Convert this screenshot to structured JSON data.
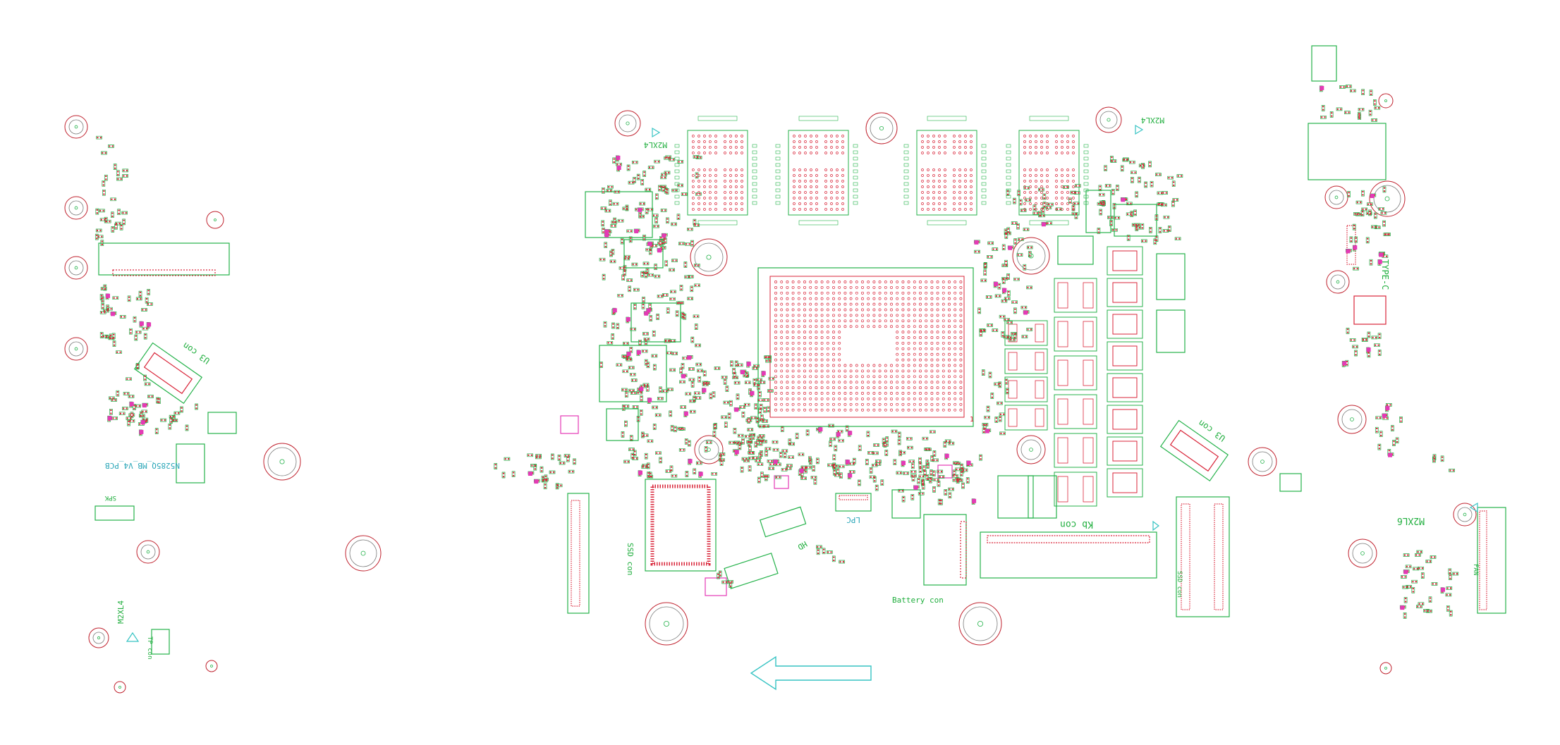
{
  "colors": {
    "outline": "#36c3c3",
    "silk": "#24b24a",
    "pad": "#d9263a",
    "pink": "#e43ab6",
    "hole": "#c0232f",
    "text_red": "#e01530",
    "text_green": "#1fae3d",
    "text_cyan": "#2aa6b8"
  },
  "labels": {
    "board_id": "N5285Q_MB_V4_PCB",
    "mount_tl": "M2XL4",
    "mount_tr": "M2XL4",
    "mount_bl": "M2XL4",
    "mount_br": "M2XL6",
    "kb_con": "Kb con",
    "battery_con": "Battery con",
    "lpc": "LPC",
    "hdd": "HD",
    "usb_left": "U3 con",
    "usb_right": "U3 con",
    "usb_c": "TYPE-C",
    "ssd_left": "SSD con",
    "ssd_right": "SSD con",
    "fan": "FAN",
    "spk": "SPK",
    "tp": "TP con",
    "cpu_pin": "1"
  },
  "icons": {
    "direction_arrow": "left-arrow-icon",
    "mount_marker": "triangle-icon"
  }
}
